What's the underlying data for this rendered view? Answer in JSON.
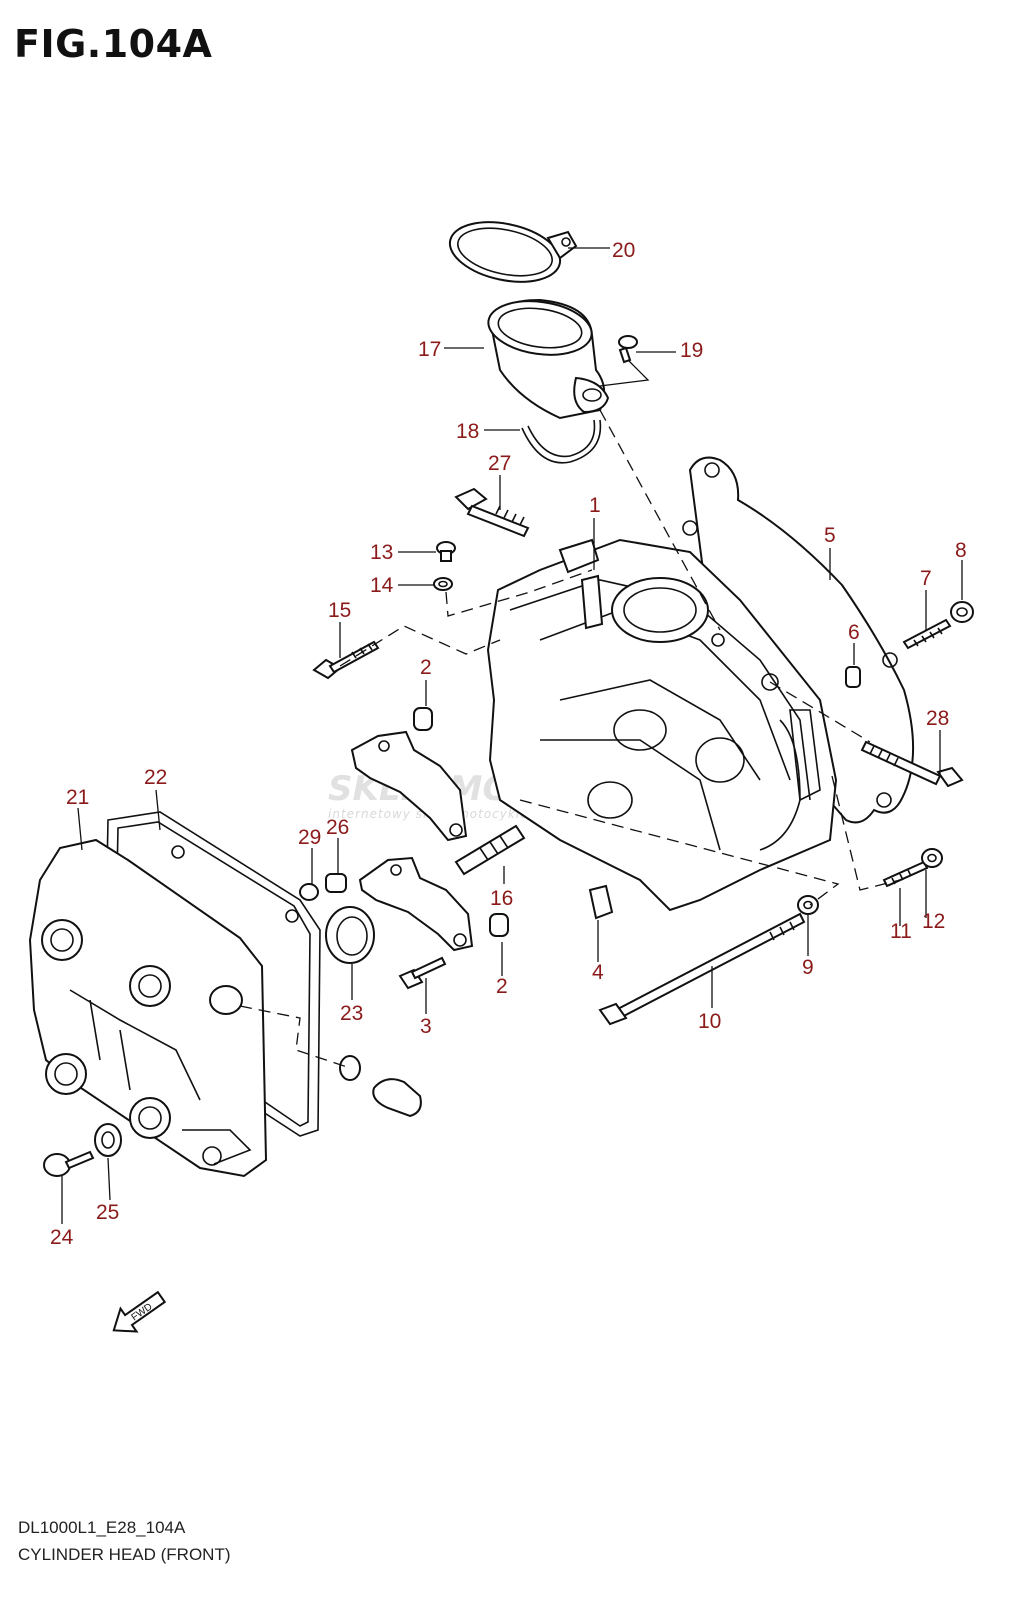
{
  "figure": {
    "title": "FIG.104A",
    "code": "DL1000L1_E28_104A",
    "caption": "CYLINDER HEAD (FRONT)"
  },
  "watermark": {
    "main": "SKLEPMOTO24.PL",
    "sub": "internetowy sklep motocyklowy"
  },
  "fwd_label": "FWD",
  "callouts": {
    "p1": "1",
    "p2a": "2",
    "p2b": "2",
    "p3": "3",
    "p4": "4",
    "p5": "5",
    "p6": "6",
    "p7": "7",
    "p8": "8",
    "p9": "9",
    "p10": "10",
    "p11": "11",
    "p12": "12",
    "p13": "13",
    "p14": "14",
    "p15": "15",
    "p16": "16",
    "p17": "17",
    "p18": "18",
    "p19": "19",
    "p20": "20",
    "p21": "21",
    "p22": "22",
    "p23": "23",
    "p24": "24",
    "p25": "25",
    "p26": "26",
    "p27": "27",
    "p28": "28",
    "p29": "29"
  },
  "colors": {
    "callout": "#8b1a1a",
    "line": "#111111"
  }
}
